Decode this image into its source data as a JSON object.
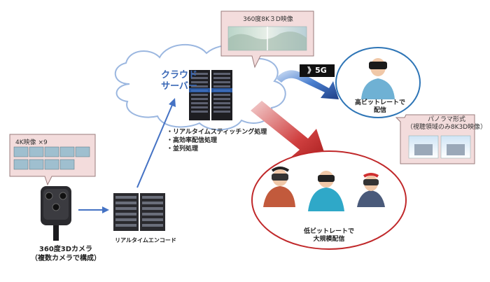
{
  "cloud": {
    "title_line1": "クラウド",
    "title_line2": "サーバー"
  },
  "processing": {
    "items": [
      "・リアルタイムスティッチング処理",
      "・高効率配信処理",
      "・並列処理"
    ]
  },
  "network": {
    "label": "》5G"
  },
  "callouts": {
    "video_360": {
      "title": "360度8K３D映像"
    },
    "video_4k": {
      "title": "4K映像 ×9"
    },
    "panorama": {
      "line1": "パノラマ形式",
      "line2": "（視聴領域のみ8K3D映像）"
    }
  },
  "high_bitrate": {
    "line1": "高ビットレートで",
    "line2": "配信"
  },
  "low_bitrate": {
    "line1": "低ビットレートで",
    "line2": "大規模配信"
  },
  "camera": {
    "line1": "360度3Dカメラ",
    "line2": "（複数カメラで構成）"
  },
  "encoder": {
    "label": "リアルタイムエンコード"
  },
  "colors": {
    "callout_fill": "#f3dcdc",
    "callout_stroke": "#9a7b7b",
    "arrow_blue": "#4472c4",
    "arrow_red": "#c0282a",
    "circle_blue": "#2e75b6",
    "circle_red": "#c0282a",
    "cloud_stroke": "#9bb7e0"
  }
}
